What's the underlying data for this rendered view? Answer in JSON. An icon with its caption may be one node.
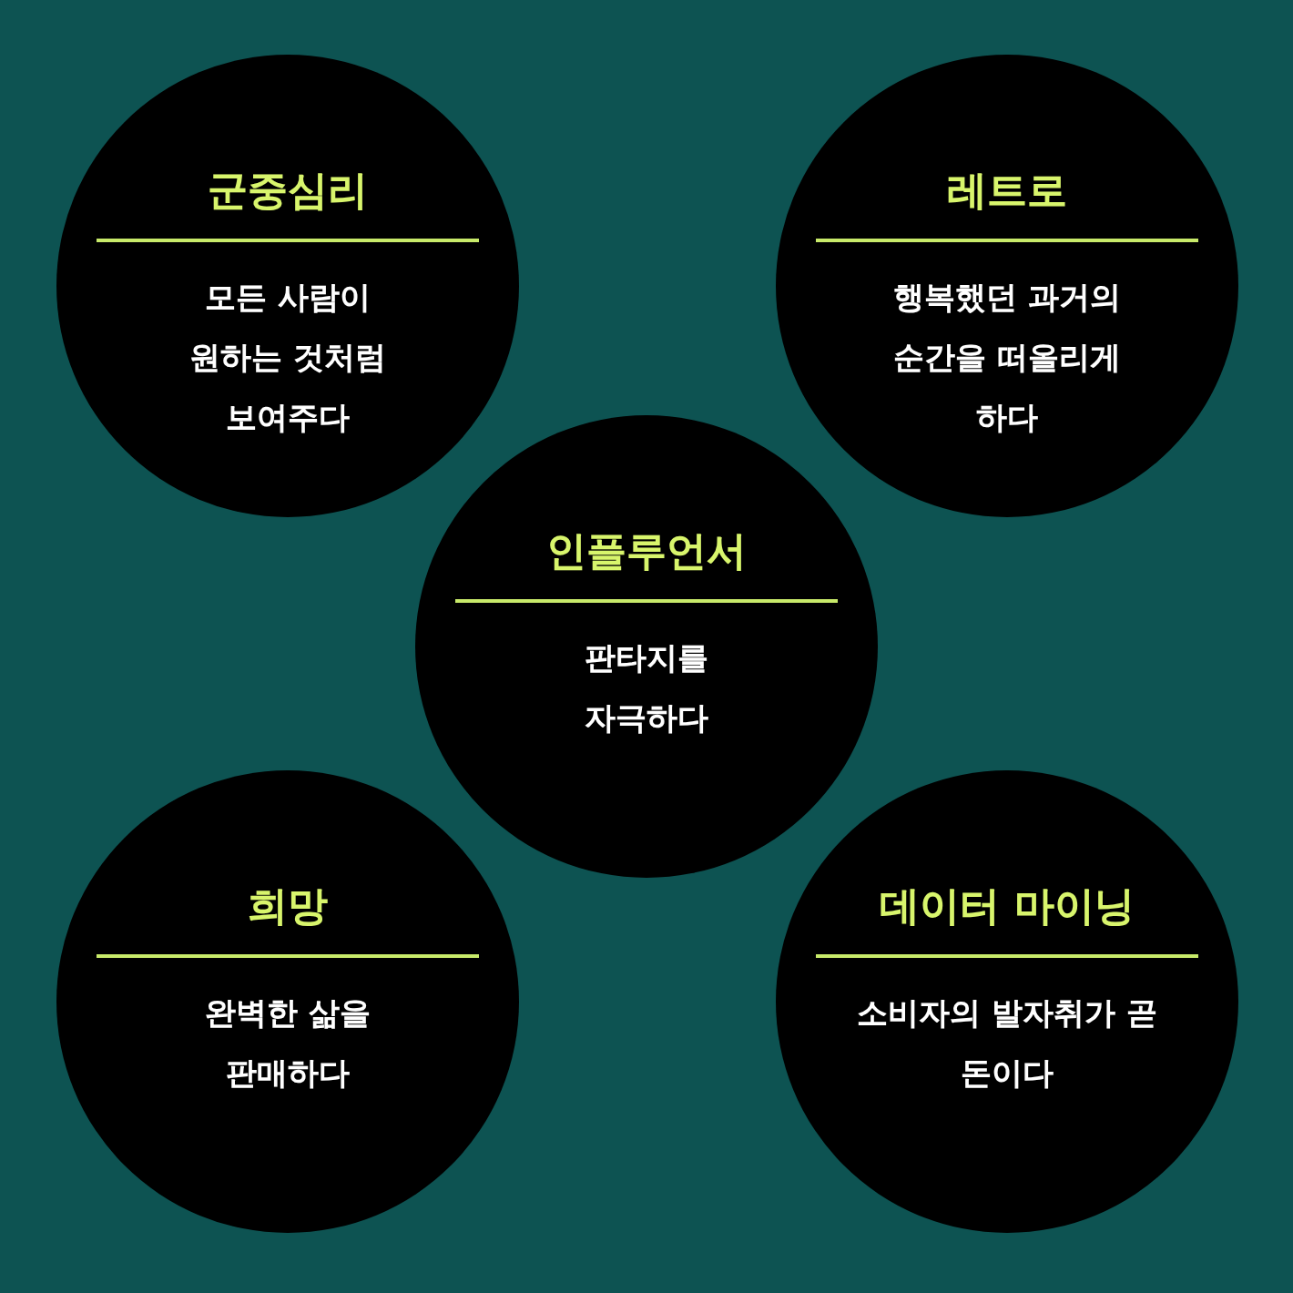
{
  "diagram": {
    "nodes": [
      {
        "text": [
          "군중심리",
          "모든 사람이 원하는 것처럼 보여주다"
        ]
      },
      {
        "text": [
          "레트로",
          "행복했던 과거의 순간을 떠올리게 하다"
        ]
      },
      {
        "text": [
          "인플루언서",
          "판타지를 자극하다"
        ]
      },
      {
        "text": [
          "희망",
          "완벽한 삶을 판매하다"
        ]
      },
      {
        "text": [
          "데이터 마이닝",
          "소비자의 발자취가 곧 돈이다"
        ]
      }
    ]
  }
}
